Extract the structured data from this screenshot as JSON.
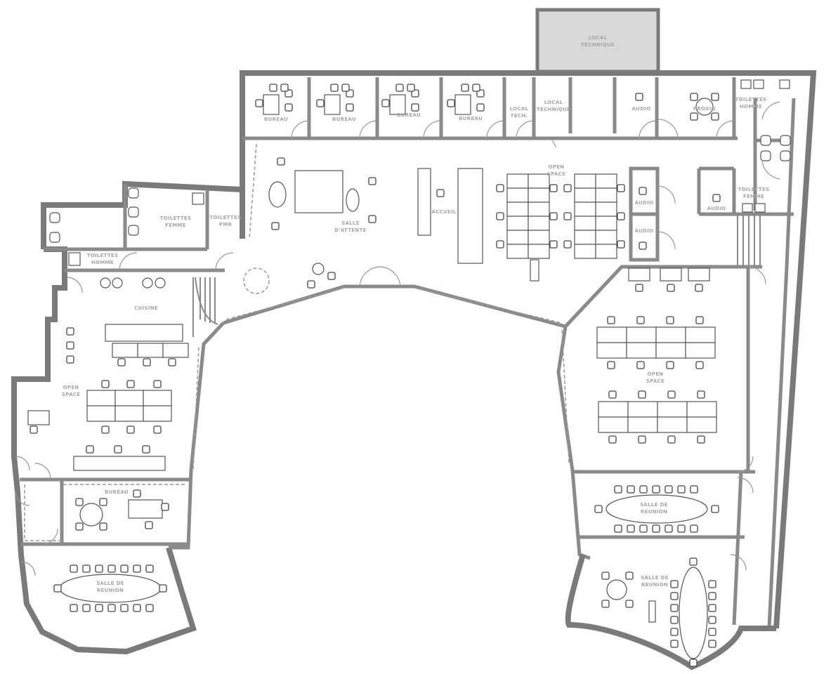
{
  "rooms": {
    "local_technique_top": [
      "LOCAL",
      "TECHNIQUE"
    ],
    "bureau_1": [
      "BUREAU"
    ],
    "bureau_2": [
      "BUREAU"
    ],
    "bureau_3": [
      "BUREAU"
    ],
    "bureau_4": [
      "BUREAU"
    ],
    "local_tech_small": [
      "LOCAL",
      "TECH."
    ],
    "local_technique_mid": [
      "LOCAL",
      "TECHNIQUE"
    ],
    "audio_top": [
      "AUDIO"
    ],
    "proxiq": [
      "PROXIQ"
    ],
    "toilettes_homme_right": [
      "TOILETTES",
      "HOMME"
    ],
    "toilettes_femme_right": [
      "TOILETTES",
      "FEMME"
    ],
    "audio_right": [
      "AUDIO"
    ],
    "audio_mid_1": [
      "AUDIO"
    ],
    "audio_mid_2": [
      "AUDIO"
    ],
    "open_space_top": [
      "OPEN",
      "SPACE"
    ],
    "accueil": [
      "ACCUEIL"
    ],
    "salle_attente": [
      "SALLE",
      "D'ATTENTE"
    ],
    "toilettes_femme_left": [
      "TOILETTES",
      "FEMME"
    ],
    "toilettes_pmr": [
      "TOILETTES",
      "PMR"
    ],
    "toilettes_homme_left": [
      "TOILETTES",
      "HOMME"
    ],
    "cuisine": [
      "CUISINE"
    ],
    "open_space_left": [
      "OPEN",
      "SPACE"
    ],
    "bureau_left": [
      "BUREAU"
    ],
    "salle_reunion_left": [
      "SALLE DE",
      "REUNION"
    ],
    "open_space_right": [
      "OPEN",
      "SPACE"
    ],
    "salle_reunion_right_1": [
      "SALLE DE",
      "REUNION"
    ],
    "salle_reunion_right_2": [
      "SALLE DE",
      "REUNION"
    ]
  }
}
